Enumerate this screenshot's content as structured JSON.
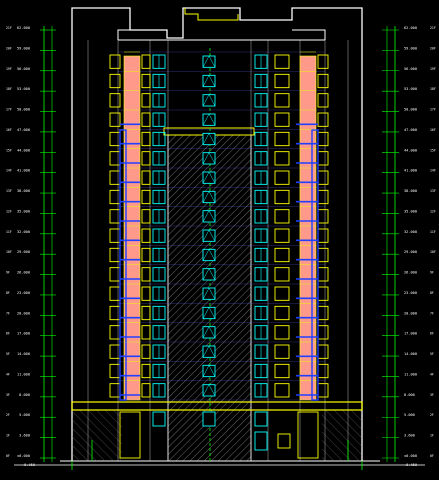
{
  "drawing": {
    "background": "#000000",
    "colors": {
      "outline": "#ffffff",
      "dim_line": "#00ff00",
      "dim_text": "#ffffff",
      "window": "#ffff00",
      "glass": "#00ffff",
      "pink_band": "#ff9a8a",
      "railing": "#2040ff",
      "hatch": "#b0b0b0",
      "floor_line": "#6666ff",
      "green_mark": "#00ff00"
    },
    "floors": 18,
    "left_levels": [
      "62.000",
      "59.000",
      "56.000",
      "53.000",
      "50.000",
      "47.000",
      "44.000",
      "41.000",
      "38.000",
      "35.000",
      "32.000",
      "29.000",
      "26.000",
      "23.000",
      "20.000",
      "17.000",
      "14.000",
      "11.000",
      "8.000",
      "5.000",
      "3.600",
      "±0.000"
    ],
    "right_levels": [
      "62.000",
      "59.000",
      "56.000",
      "53.000",
      "50.000",
      "47.000",
      "44.000",
      "41.000",
      "38.000",
      "35.000",
      "32.000",
      "29.000",
      "26.000",
      "23.000",
      "20.000",
      "17.000",
      "14.000",
      "11.000",
      "8.000",
      "5.000",
      "3.600",
      "±0.000"
    ],
    "base_label_left": "-0.450",
    "base_label_right": "-0.450"
  }
}
